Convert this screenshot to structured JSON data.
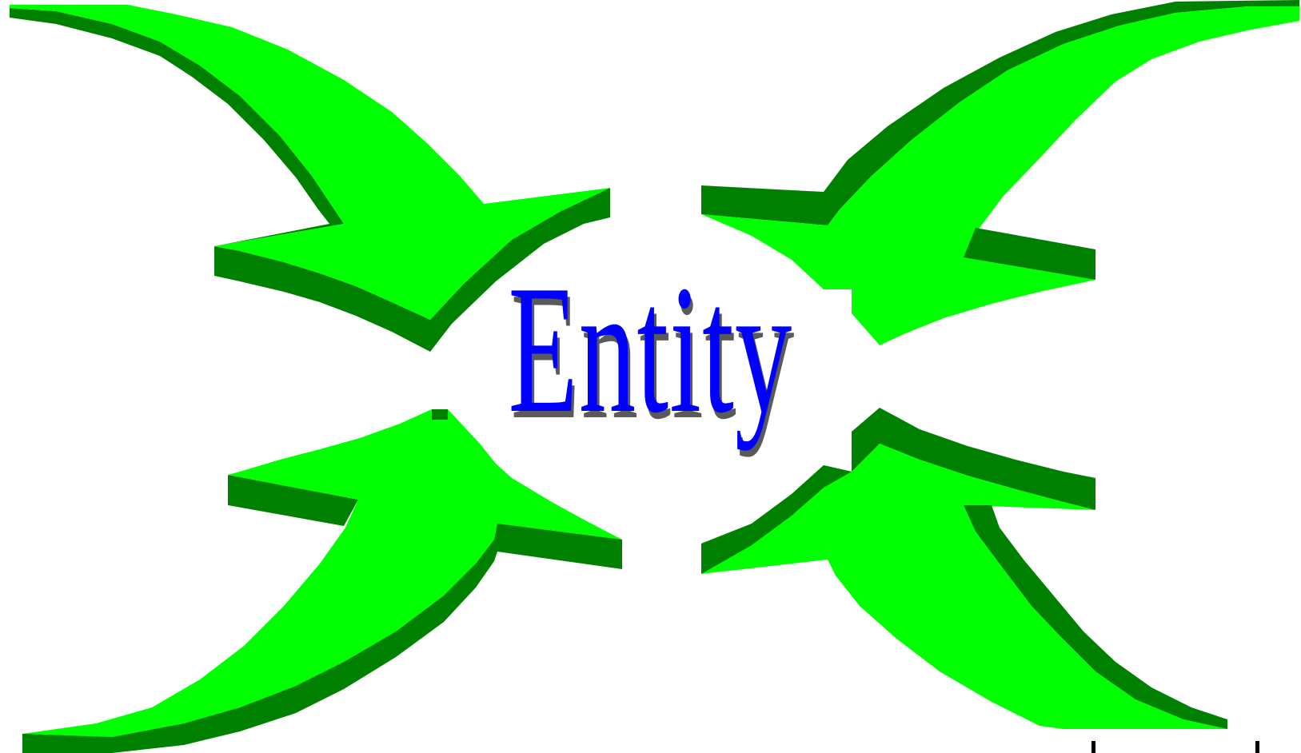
{
  "diagram": {
    "title": "Entity",
    "arrow_count": 4,
    "arrows": [
      {
        "name": "top-left",
        "points_toward": "center"
      },
      {
        "name": "top-right",
        "points_toward": "center"
      },
      {
        "name": "bottom-left",
        "points_toward": "center"
      },
      {
        "name": "bottom-right",
        "points_toward": "center"
      }
    ]
  },
  "colors": {
    "arrow_face": "#00ff00",
    "arrow_side": "#008000",
    "title_text": "#0000ff",
    "title_shadow": "#5a5a5a",
    "background": "#ffffff"
  }
}
